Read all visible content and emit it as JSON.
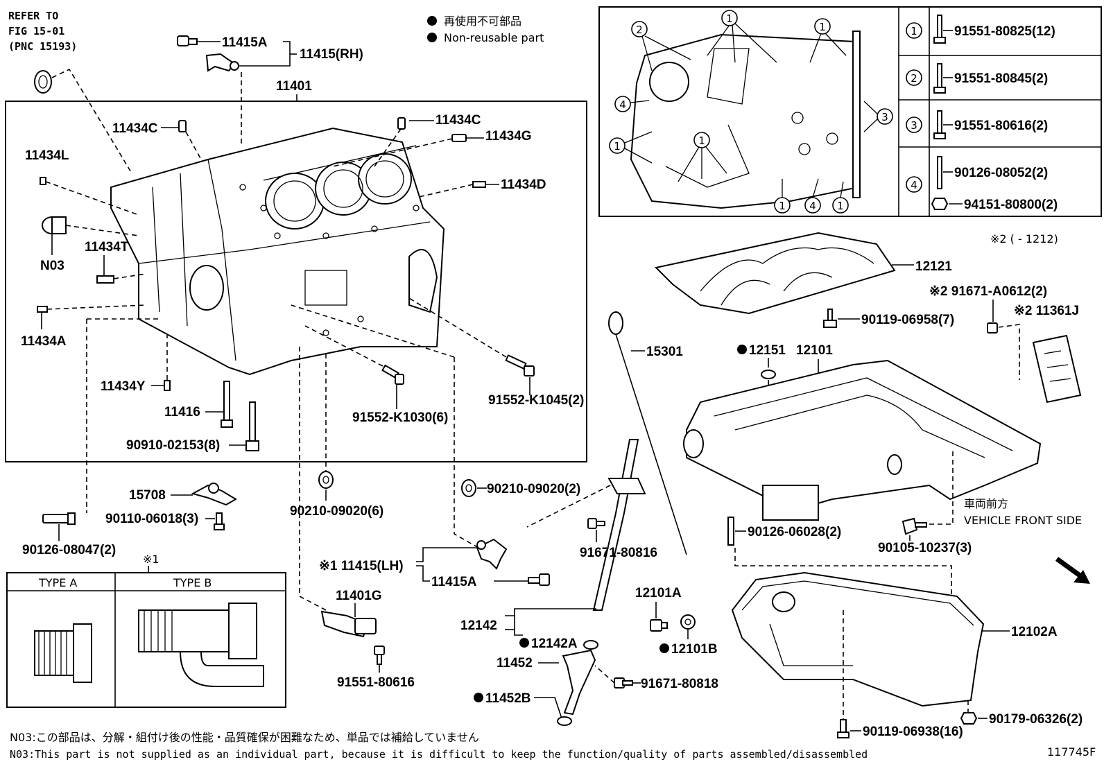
{
  "refer": {
    "line1": "REFER TO",
    "line2": "FIG 15-01",
    "line3": "(PNC 15193)"
  },
  "legend": {
    "jp": "再使用不可部品",
    "en": "Non-reusable part"
  },
  "fig_id": "117745F",
  "notes": {
    "jp": "N03:この部品は、分解・組付け後の性能・品質確保が困難なため、単品では補給していません",
    "en": "N03:This part is not supplied as an individual part, because it is difficult to keep the function/quality of parts assembled/disassembled"
  },
  "front": {
    "jp": "車両前方",
    "en": "VEHICLE FRONT SIDE"
  },
  "types": {
    "a": "TYPE A",
    "b": "TYPE B",
    "mark": "※1"
  },
  "bolt_table": [
    {
      "num": "1",
      "pn": "91551-80825(12)"
    },
    {
      "num": "2",
      "pn": "91551-80845(2)"
    },
    {
      "num": "3",
      "pn": "91551-80616(2)"
    },
    {
      "num": "4",
      "pn": "90126-08052(2)",
      "pn2": "94151-80800(2)"
    }
  ],
  "inset_circles": [
    "1",
    "2",
    "3",
    "4"
  ],
  "range_note": "※2 (     - 1212)",
  "labels": {
    "p11415A_top": "11415A",
    "p11415RH": "11415(RH)",
    "p11401": "11401",
    "p11434C_l": "11434C",
    "p11434C_r": "11434C",
    "p11434G": "11434G",
    "p11434L": "11434L",
    "p11434D": "11434D",
    "pN03": "N03",
    "p11434T": "11434T",
    "p11434A": "11434A",
    "p11434Y": "11434Y",
    "p11416": "11416",
    "p90910": "90910-02153(8)",
    "p91552K1030": "91552-K1030(6)",
    "p91552K1045": "91552-K1045(2)",
    "p15708": "15708",
    "p90110": "90110-06018(3)",
    "p90210_6": "90210-09020(6)",
    "p90210_2": "90210-09020(2)",
    "p90126_08047": "90126-08047(2)",
    "p11415LH": "※1 11415(LH)",
    "p11415A_bot": "11415A",
    "p11401G": "11401G",
    "p91551_80616": "91551-80616",
    "p12142": "12142",
    "p12142A": "12142A",
    "p11452": "11452",
    "p11452B": "11452B",
    "p15301": "15301",
    "p91671_80816": "91671-80816",
    "p91671_80818": "91671-80818",
    "p12101A": "12101A",
    "p12101B": "12101B",
    "p12121": "12121",
    "p90119_06958": "90119-06958(7)",
    "p91671A0612": "※2 91671-A0612(2)",
    "p11361J": "※2 11361J",
    "p12151": "12151",
    "p12101": "12101",
    "p90126_06028": "90126-06028(2)",
    "p90105": "90105-10237(3)",
    "p12102A": "12102A",
    "p90119_06938": "90119-06938(16)",
    "p90179": "90179-06326(2)"
  }
}
